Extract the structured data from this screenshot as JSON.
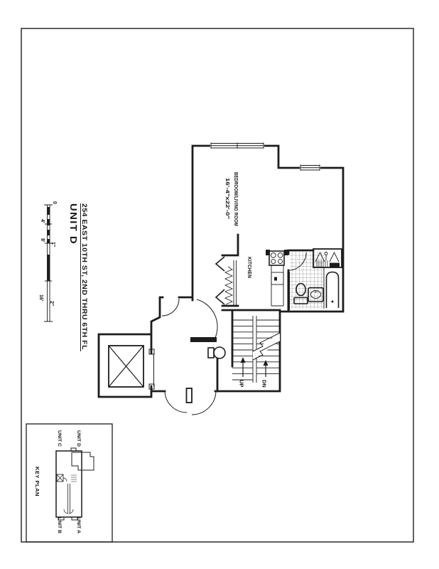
{
  "sheet": {
    "background": "#ffffff",
    "ink": "#1c1c1c"
  },
  "title_block": {
    "unit_title": "UNIT D",
    "address_line": "254 EAST 10TH ST, 2ND THRU 6TH FL"
  },
  "scale_bar": {
    "feet_labels": {
      "zero": "0",
      "four": "4'",
      "eight": "8'",
      "sixteen": "16'"
    },
    "inch_labels": {
      "one": "1\"",
      "two": "2\""
    }
  },
  "floor_plan": {
    "bedroom_living": {
      "name": "BEDROOM/LIVING ROOM",
      "dimensions": "16'-4\"x22'-0\""
    },
    "kitchen": {
      "name": "KITCHEN"
    },
    "stairs": {
      "up_label": "UP",
      "down_label": "DN"
    }
  },
  "key_plan": {
    "title": "KEY PLAN",
    "unit_d": "UNIT D",
    "unit_c": "UNIT C",
    "unit_b": "UNIT B",
    "unit_a": "UNIT A"
  }
}
